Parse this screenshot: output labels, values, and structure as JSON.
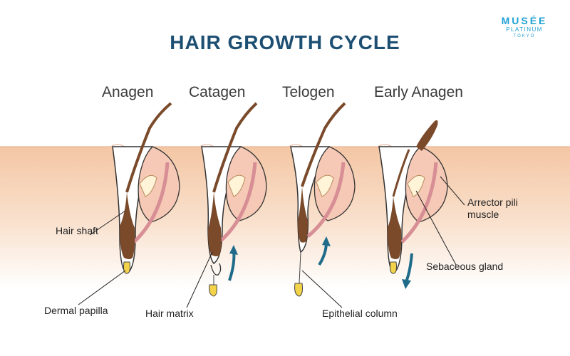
{
  "title": "HAIR GROWTH CYCLE",
  "logo": {
    "line1": "MUSÉE",
    "line2": "PLATINUM",
    "line3": "TOKYO"
  },
  "stages": [
    "Anagen",
    "Catagen",
    "Telogen",
    "Early Anagen"
  ],
  "labels": {
    "hair_shaft": "Hair shaft",
    "dermal_papilla": "Dermal papilla",
    "hair_matrix": "Hair matrix",
    "epithelial_column": "Epithelial column",
    "arrector_pili": "Arrector pili muscle",
    "sebaceous_gland": "Sebaceous gland"
  },
  "colors": {
    "title": "#1d4f72",
    "skin": "#f7d3b8",
    "hair": "#7a4a2a",
    "arrow": "#1f6b8a",
    "logo": "#1ea0d4"
  }
}
